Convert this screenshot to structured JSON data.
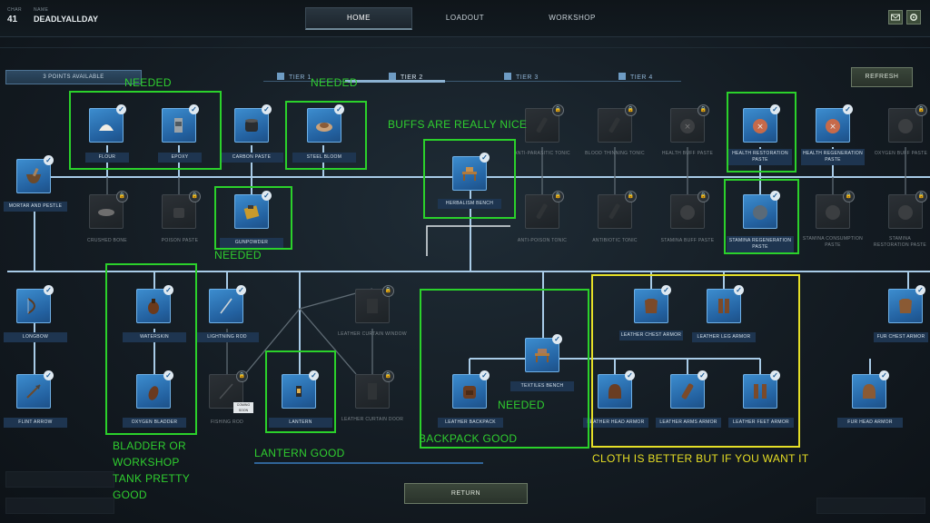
{
  "header": {
    "char_label": "CHAR",
    "char_value": "41",
    "name_label": "NAME",
    "name_value": "DEADLYALLDAY",
    "tabs": [
      "HOME",
      "LOADOUT",
      "WORKSHOP"
    ]
  },
  "toolbar": {
    "points": "3 POINTS AVAILABLE",
    "tiers": [
      "TIER 1",
      "TIER 2",
      "TIER 3",
      "TIER 4"
    ],
    "refresh": "REFRESH",
    "return": "RETURN"
  },
  "nodes": [
    {
      "label": "FLOUR",
      "state": "unlocked",
      "icon": "flour-icon"
    },
    {
      "label": "EPOXY",
      "state": "unlocked",
      "icon": "epoxy-icon"
    },
    {
      "label": "CARBON PASTE",
      "state": "unlocked",
      "icon": "carbon-paste-icon"
    },
    {
      "label": "STEEL BLOOM",
      "state": "unlocked",
      "icon": "steel-bloom-icon"
    },
    {
      "label": "MORTAR AND PESTLE",
      "state": "unlocked",
      "icon": "mortar-icon"
    },
    {
      "label": "CRUSHED BONE",
      "state": "locked",
      "icon": "crushed-bone-icon"
    },
    {
      "label": "POISON PASTE",
      "state": "locked",
      "icon": "poison-paste-icon"
    },
    {
      "label": "GUNPOWDER",
      "state": "unlocked",
      "icon": "gunpowder-icon"
    },
    {
      "label": "HERBALISM BENCH",
      "state": "unlocked",
      "icon": "herbalism-bench-icon"
    },
    {
      "label": "ANTI-PARASITIC TONIC",
      "state": "locked",
      "icon": "tonic-icon"
    },
    {
      "label": "BLOOD THINNING TONIC",
      "state": "locked",
      "icon": "tonic-icon"
    },
    {
      "label": "HEALTH BUFF PASTE",
      "state": "locked",
      "icon": "paste-jar-icon"
    },
    {
      "label": "HEALTH RESTORATION PASTE",
      "state": "unlocked",
      "icon": "paste-jar-icon"
    },
    {
      "label": "HEALTH REGENERATION PASTE",
      "state": "unlocked",
      "icon": "paste-jar-icon"
    },
    {
      "label": "OXYGEN BUFF PASTE",
      "state": "locked",
      "icon": "paste-jar-icon"
    },
    {
      "label": "ANTI-POISON TONIC",
      "state": "locked",
      "icon": "tonic-icon"
    },
    {
      "label": "ANTIBIOTIC TONIC",
      "state": "locked",
      "icon": "tonic-icon"
    },
    {
      "label": "STAMINA BUFF PASTE",
      "state": "locked",
      "icon": "paste-jar-icon"
    },
    {
      "label": "STAMINA REGENERATION PASTE",
      "state": "unlocked",
      "icon": "paste-jar-icon"
    },
    {
      "label": "STAMINA CONSUMPTION PASTE",
      "state": "locked",
      "icon": "paste-jar-icon"
    },
    {
      "label": "STAMINA RESTORATION PASTE",
      "state": "locked",
      "icon": "paste-jar-icon"
    },
    {
      "label": "LONGBOW",
      "state": "unlocked",
      "icon": "bow-icon"
    },
    {
      "label": "FLINT ARROW",
      "state": "unlocked",
      "icon": "arrow-icon"
    },
    {
      "label": "WATERSKIN",
      "state": "unlocked",
      "icon": "waterskin-icon"
    },
    {
      "label": "OXYGEN BLADDER",
      "state": "unlocked",
      "icon": "bladder-icon"
    },
    {
      "label": "LIGHTNING ROD",
      "state": "unlocked",
      "icon": "rod-icon"
    },
    {
      "label": "FISHING ROD",
      "state": "locked",
      "icon": "fishing-rod-icon"
    },
    {
      "label": "LANTERN",
      "state": "unlocked",
      "icon": "lantern-icon"
    },
    {
      "label": "LEATHER CURTAIN WINDOW",
      "state": "locked",
      "icon": "curtain-icon"
    },
    {
      "label": "LEATHER CURTAIN DOOR",
      "state": "locked",
      "icon": "curtain-icon"
    },
    {
      "label": "TEXTILES BENCH",
      "state": "unlocked",
      "icon": "textiles-bench-icon"
    },
    {
      "label": "LEATHER BACKPACK",
      "state": "unlocked",
      "icon": "backpack-icon"
    },
    {
      "label": "LEATHER CHEST ARMOR",
      "state": "unlocked",
      "icon": "chest-armor-icon"
    },
    {
      "label": "LEATHER LEG ARMOR",
      "state": "unlocked",
      "icon": "leg-armor-icon"
    },
    {
      "label": "LEATHER HEAD ARMOR",
      "state": "unlocked",
      "icon": "head-armor-icon"
    },
    {
      "label": "LEATHER ARMS ARMOR",
      "state": "unlocked",
      "icon": "arms-armor-icon"
    },
    {
      "label": "LEATHER FEET ARMOR",
      "state": "unlocked",
      "icon": "feet-armor-icon"
    },
    {
      "label": "FUR CHEST ARMOR",
      "state": "unlocked",
      "icon": "chest-armor-icon"
    },
    {
      "label": "FUR HEAD ARMOR",
      "state": "unlocked",
      "icon": "head-armor-icon"
    }
  ],
  "fishing_badge": "COMING SOON",
  "annotations": {
    "needed_1": "NEEDED",
    "needed_2": "NEEDED",
    "needed_3": "NEEDED",
    "needed_4": "NEEDED",
    "buffs": "BUFFS ARE REALLY NICE",
    "bladder_1": "BLADDER OR",
    "bladder_2": "WORKSHOP",
    "bladder_3": "TANK PRETTY",
    "bladder_4": "GOOD",
    "lantern": "LANTERN  GOOD",
    "backpack": "BACKPACK GOOD",
    "cloth": "CLOTH IS BETTER BUT IF YOU WANT IT"
  },
  "colors": {
    "annotation_green": "#2bd12b",
    "annotation_yellow": "#e5df27",
    "unlocked_blue": "#2f7cc0"
  }
}
